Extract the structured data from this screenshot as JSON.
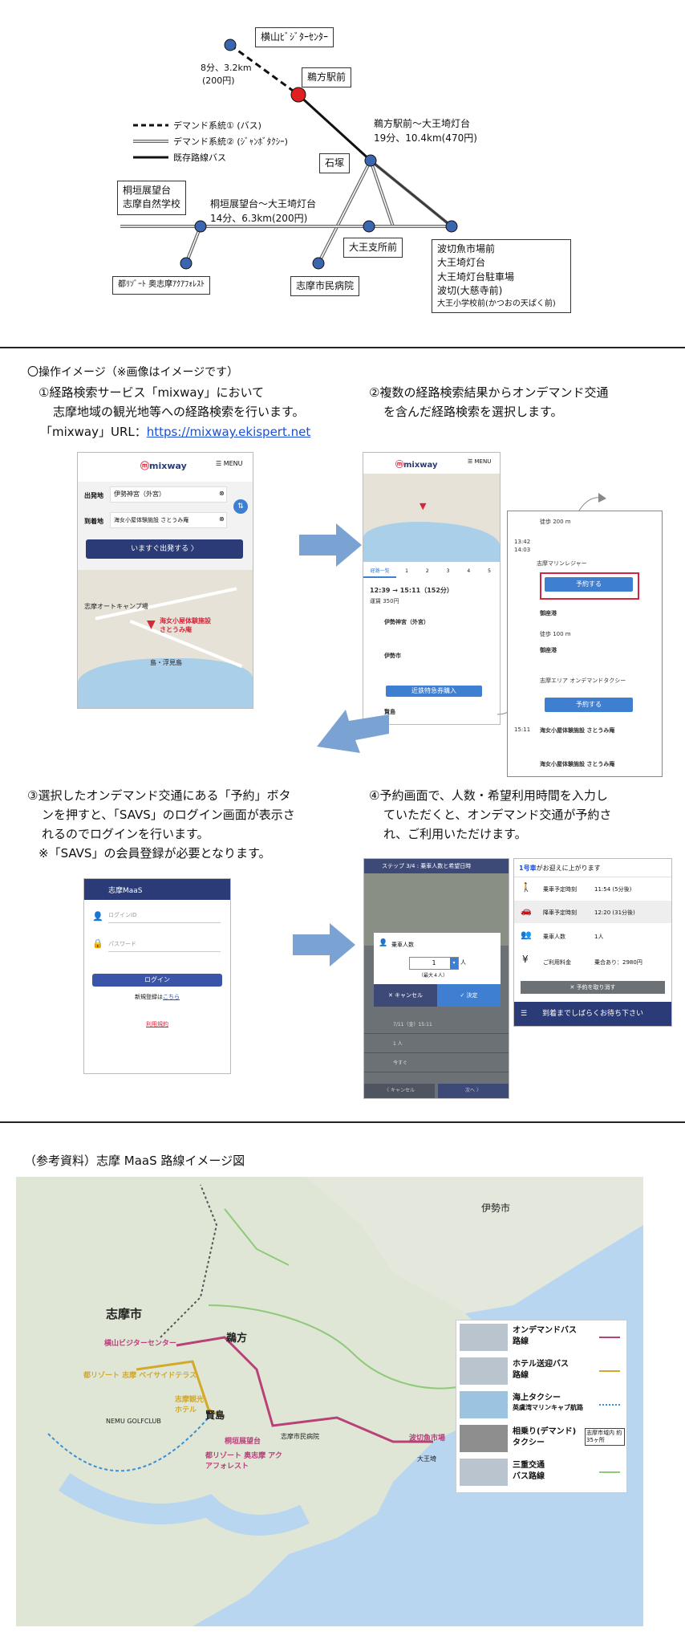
{
  "diagram": {
    "yokoyama_center": "横山ﾋﾞｼﾞﾀｰｾﾝﾀｰ",
    "segment1_time": "8分、3.2km",
    "segment1_fare": "(200円)",
    "ugata_station": "鵜方駅前",
    "legend": {
      "demand1": "デマンド系統① (バス)",
      "demand2": "デマンド系統② (ｼﾞｬﾝﾎﾞﾀｸｼｰ)",
      "existing": "既存路線バス"
    },
    "segment2_title": "鵜方駅前～大王埼灯台",
    "segment2_time": "19分、10.4km(470円)",
    "ishizuka": "石塚",
    "kirigaki_1": "桐垣展望台",
    "kirigaki_2": "志摩自然学校",
    "segment3_title": "桐垣展望台～大王埼灯台",
    "segment3_time": "14分、6.3km(200円)",
    "daio_branch": "大王支所前",
    "nakiri_1": "波切魚市場前",
    "nakiri_2": "大王埼灯台",
    "nakiri_3": "大王埼灯台駐車場",
    "nakiri_4": "波切(大慈寺前)",
    "nakiri_5": "大王小学校前(かつおの天ぱく前)",
    "resort": "都ﾘｿﾞｰﾄ 奥志摩ｱｸｱﾌｫﾚｽﾄ",
    "hospital": "志摩市民病院"
  },
  "ops": {
    "title": "〇操作イメージ（※画像はイメージです）",
    "step1_line1": "①経路検索サービス「mixway」において",
    "step1_line2": "志摩地域の観光地等への経路検索を行います。",
    "step1_url_label": "「mixway」URL：",
    "step1_url": "https://mixway.ekispert.net",
    "step2_line1": "②複数の経路検索結果からオンデマンド交通",
    "step2_line2": "を含んだ経路検索を選択します。",
    "step3_line1": "③選択したオンデマンド交通にある「予約」ボタ",
    "step3_line2": "ンを押すと、「SAVS」のログイン画面が表示さ",
    "step3_line3": "れるのでログインを行います。",
    "step3_line4": "※「SAVS」の会員登録が必要となります。",
    "step4_line1": "④予約画面で、人数・希望利用時間を入力し",
    "step4_line2": "ていただくと、オンデマンド交通が予約さ",
    "step4_line3": "れ、ご利用いただけます。"
  },
  "phone1": {
    "logo": "mixway",
    "menu": "MENU",
    "from_label": "出発地",
    "from_value": "伊勢神宮（外宮）",
    "to_label": "到着地",
    "to_value": "海女小屋体験施設 さとうみ庵",
    "search_button": "いますぐ出発する 〉",
    "map_label_1": "志摩オートキャンプ場",
    "map_label_2": "海女小屋体験施設 さとうみ庵",
    "map_label_3": "島・浮見島"
  },
  "phone2": {
    "logo": "mixway",
    "menu": "MENU",
    "tabs": [
      "経路一覧",
      "1",
      "2",
      "3",
      "4",
      "5"
    ],
    "time": "12:39 → 15:11（152分）",
    "fare": "運賃 350円",
    "stop1": "伊勢神宮（外宮）",
    "stop2": "伊勢市",
    "stop3": "賢島",
    "button": "近鉄特急券購入"
  },
  "phone2b": {
    "walk1": "徒歩 200 m",
    "t1": "13:42",
    "t2": "14:03",
    "route1": "志摩マリンレジャー",
    "reserve1": "予約する",
    "stop1": "御座港",
    "stop2": "御座港",
    "walk2": "徒歩 100 m",
    "demand_name": "志摩エリア オンデマンドタクシー",
    "reserve2": "予約する",
    "t3": "15:11",
    "dest": "海女小屋体験施設 さとうみ庵"
  },
  "phone3": {
    "header": "志摩MaaS",
    "login_id": "ログインID",
    "password": "パスワード",
    "login_button": "ログイン",
    "register_text": "新規登録は",
    "register_link": "こちら",
    "terms": "利用規約"
  },
  "phone4": {
    "header": "ステップ 3/4 : 乗車人数と希望日時",
    "passenger_label": "乗車人数",
    "passenger_value": "1",
    "max": "（最大４人）",
    "cancel": "キャンセル",
    "decide": "決定",
    "unit": "人",
    "row1_value": "7/11（金）15:11",
    "row2_value": "1 人",
    "row3_value": "今すぐ",
    "back": "〈 キャンセル",
    "next": "次へ 〉"
  },
  "phone5": {
    "car": "1号車",
    "car_suffix": "がお迎えに上がります",
    "pickup_label": "乗車予定時刻",
    "pickup_value": "11:54 (5分後)",
    "dropoff_label": "降車予定時刻",
    "dropoff_value": "12:20 (31分後)",
    "people_label": "乗車人数",
    "people_value": "1人",
    "fare_label": "ご利用料金",
    "fare_value": "乗合あり：2980円",
    "cancel_button": "予約を取り消す",
    "footer": "到着までしばらくお待ち下さい"
  },
  "routemap": {
    "title": "（参考資料）志摩 MaaS 路線イメージ図",
    "places": {
      "shima_city": "志摩市",
      "ise_city": "伊勢市",
      "ugata": "鵜方",
      "kashikojima": "賢島",
      "yokoyama": "横山ビジターセンター",
      "kirigaki": "桐垣展望台",
      "aquaforest": "都リゾート 奥志摩 アクアフォレスト",
      "nakiri": "波切魚市場",
      "bayside": "都リゾート 志摩 ベイサイドテラス",
      "shima_kanko": "志摩観光ホテル",
      "nemu": "NEMU GOLFCLUB",
      "daio": "大王埼",
      "hospital": "志摩市民病院"
    },
    "legend": [
      {
        "line1": "オンデマンドバス",
        "line2": "路線",
        "color": "#b8417a"
      },
      {
        "line1": "ホテル送迎バス",
        "line2": "路線",
        "color": "#d4a92a"
      },
      {
        "line1": "海上タクシー",
        "line2": "英虞湾マリンキャブ航路",
        "color": "#3a8fd6"
      },
      {
        "line1": "相乗り(デマンド)",
        "line2": "タクシー",
        "note": "志摩市域内 約35ヶ所",
        "color": "#444444"
      },
      {
        "line1": "三重交通",
        "line2": "バス路線",
        "color": "#8fc97a"
      }
    ]
  }
}
